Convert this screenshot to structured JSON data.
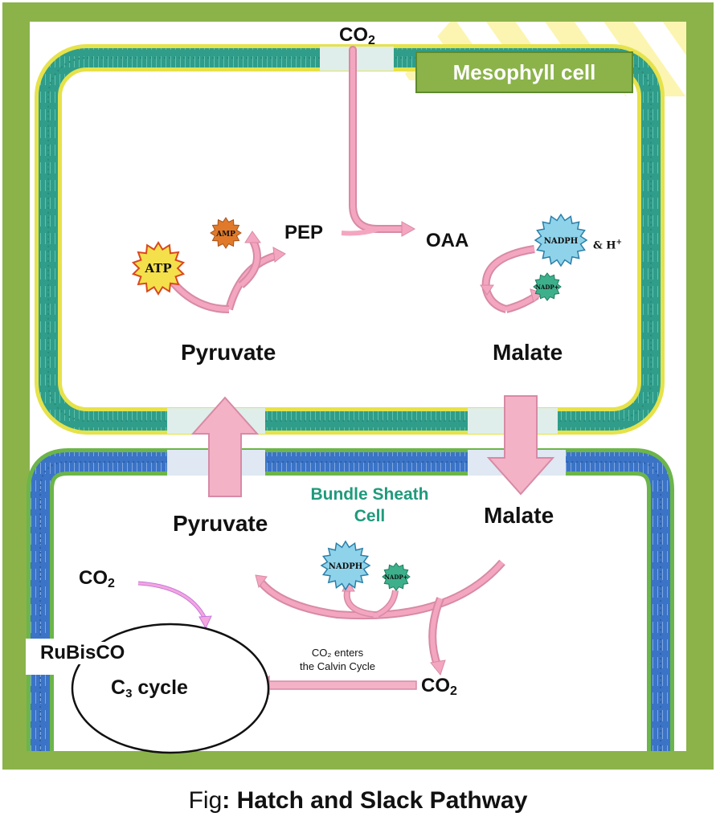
{
  "cells": {
    "mesophyll_label": "Mesophyll cell",
    "bundle_sheath_line1": "Bundle Sheath",
    "bundle_sheath_line2": "Cell"
  },
  "mesophyll": {
    "co2_top": "CO",
    "co2_top_sub": "2",
    "pep": "PEP",
    "oaa": "OAA",
    "pyruvate": "Pyruvate",
    "malate": "Malate",
    "atp": "ATP",
    "amp": "AMP",
    "nadph": "NADPH",
    "h_plus": "& H",
    "h_plus_sup": "+",
    "nadp": "NADP+"
  },
  "bundle_sheath": {
    "pyruvate": "Pyruvate",
    "malate": "Malate",
    "nadph": "NADPH",
    "nadp": "NADP+",
    "co2_left": "CO",
    "co2_left_sub": "2",
    "co2_right": "CO",
    "co2_right_sub": "2",
    "rubisco": "RuBisCO",
    "c3_c": "C",
    "c3_sub": "3",
    "c3_rest": " cycle",
    "calvin_line1": "CO₂ enters",
    "calvin_line2": "the Calvin Cycle"
  },
  "caption": {
    "prefix": "Fig",
    "rest": ": Hatch and Slack Pathway"
  },
  "colors": {
    "outer_green": "#8bb34a",
    "membrane_teal": "#2f9d8a",
    "membrane_blue": "#3b74c6",
    "lipid_head_yellow": "#e6e24a",
    "lipid_head_green": "#6cb54a",
    "arrow_pink": "#f4a6c0",
    "arrow_pink_dark": "#d78aa6",
    "atp_yellow": "#f4e04a",
    "amp_orange": "#e07a2a",
    "nadph_cyan": "#8fd3ea",
    "nadp_green": "#3db08b",
    "label_teal": "#1f9a7c"
  }
}
